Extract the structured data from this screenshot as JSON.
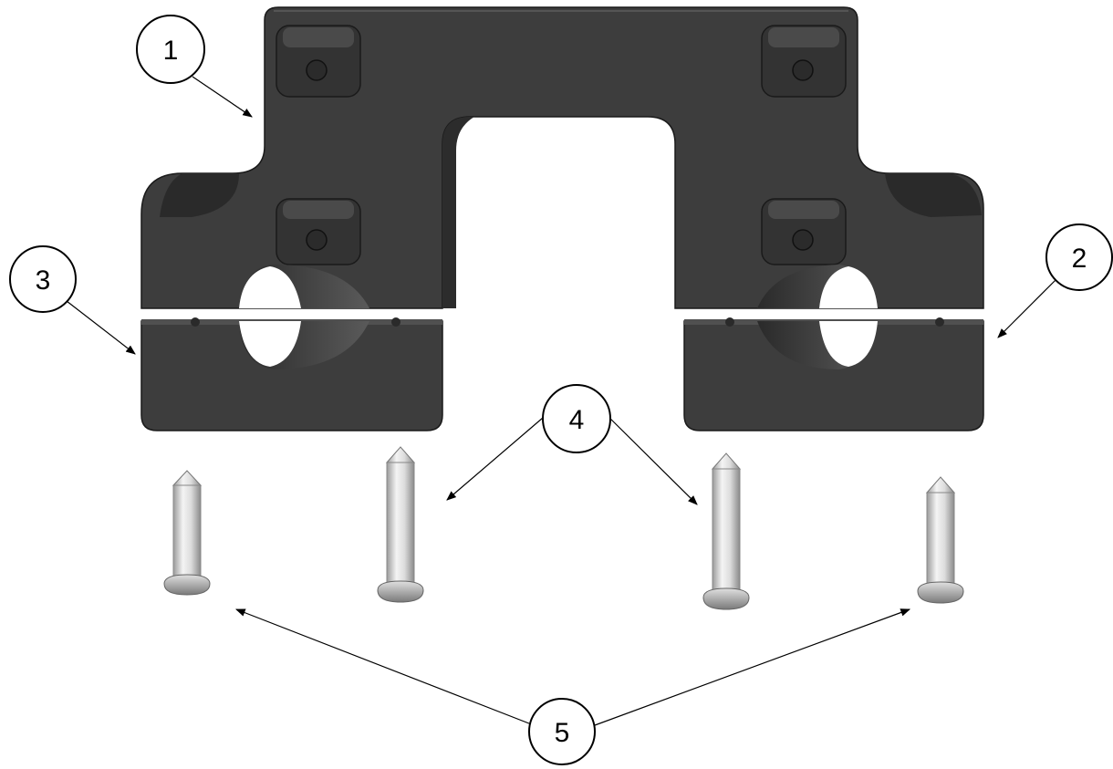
{
  "diagram": {
    "callouts": [
      {
        "id": "1",
        "label": "1"
      },
      {
        "id": "2",
        "label": "2"
      },
      {
        "id": "3",
        "label": "3"
      },
      {
        "id": "4",
        "label": "4"
      },
      {
        "id": "5",
        "label": "5"
      }
    ]
  },
  "colors": {
    "part_body": "#3d3d3d",
    "part_side": "#2a2a2a",
    "part_edge": "#1a1a1a",
    "screw_light": "#f2f2f2",
    "screw_dark": "#8a8a8a",
    "line": "#000000",
    "background": "#ffffff"
  },
  "parts": [
    {
      "name": "bracket-body"
    },
    {
      "name": "right-clamp-cap"
    },
    {
      "name": "left-clamp-cap"
    },
    {
      "name": "screw"
    },
    {
      "name": "screw"
    },
    {
      "name": "screw"
    },
    {
      "name": "screw"
    }
  ]
}
